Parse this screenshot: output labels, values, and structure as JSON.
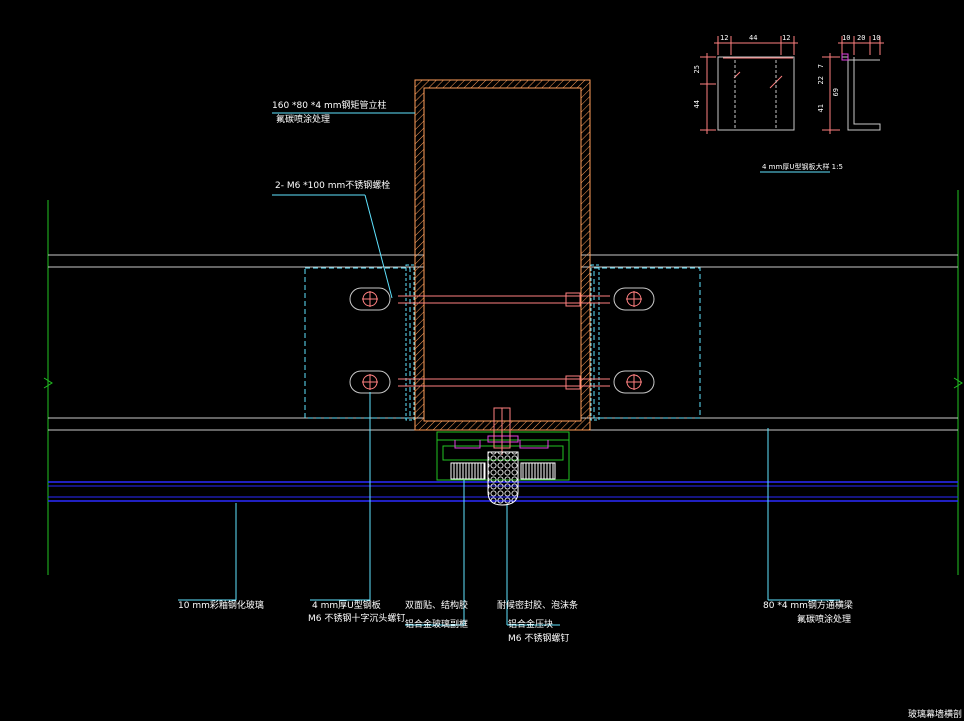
{
  "colors": {
    "background": "#000000",
    "steel": "#c8c8c8",
    "section_outline": "#ff9e5a",
    "glass": "#2a2aff",
    "green_line": "#22c322",
    "bolt_pink": "#ff8080",
    "leader_cyan": "#5fe3ff",
    "magenta": "#e040e0",
    "white_text": "#ffffff"
  },
  "labels": {
    "column_spec": "160 *80 *4 mm钢矩管立柱",
    "column_finish": "氟碳喷涂处理",
    "bolt_spec": "2- M6 *100 mm不锈钢螺栓",
    "glass": "10 mm彩釉钢化玻璃",
    "clip_spec": "4 mm厚U型钢板",
    "clip_screw": "M6 不锈钢十字沉头螺钉",
    "tape_seal": "双面贴、结构胶",
    "alu_bracket": "铝合金玻璃副框",
    "weather_seal": "耐候密封胶、泡沫条",
    "pressure_plate": "铝合金压块",
    "pressure_screw": "M6 不锈钢螺钉",
    "beam_spec": "80 *4 mm钢方通横梁",
    "beam_finish": "氟碳喷涂处理",
    "detail_caption": "4 mm厚U型钢板大样 1:5",
    "sheet_title": "玻璃幕墙横剖"
  },
  "detail_dims": {
    "top": [
      "12",
      "44",
      "12"
    ],
    "left": [
      "25",
      "44"
    ],
    "right_top": [
      "10",
      "20",
      "10"
    ],
    "right_side": [
      "7",
      "22",
      "69",
      "41"
    ]
  }
}
